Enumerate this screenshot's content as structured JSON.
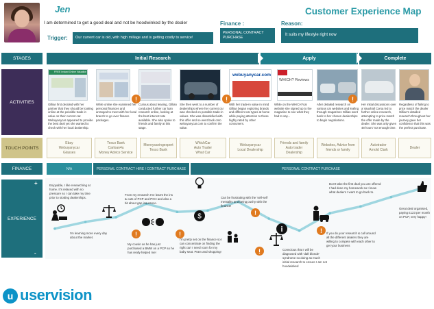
{
  "header": {
    "name": "Jen",
    "goal": "I am determined to get a good deal and not be hoodwinked by the dealer",
    "trigger_label": "Trigger:",
    "trigger_text": "Our current car is old, with high millage and is getting costly to service!",
    "finance_label": "Finance :",
    "finance_text": "PERSONAL CONTRACT PURCHASE",
    "reason_label": "Reason:",
    "reason_text": "It suits my lifestyle right now",
    "title": "Customer Experience Map"
  },
  "rows": {
    "stages": "STAGES",
    "activities": "ACTIVITIES",
    "touch_points": "TOUCH POINTS",
    "finance": "FINANCE",
    "experience": "EXPERIENCE",
    "plus": "+",
    "minus": "-"
  },
  "stages": [
    "Initial Research",
    "Apply",
    "Complete"
  ],
  "activities": [
    "Gillian first decided with her partner that they should be looking online at the possible trade in value on their current car. Webuyanycar appeared to provide the best deal yet she wanted to check with her local dealership.",
    "While online she examined her personal finances and arranged to meet with her local branch to go over finance packages.",
    "Curious about leasing, Gillian conducted further car loan research online, looking at the best interest rate available. She also spoke to friends and family at this stage.",
    "She then went to a number of dealerships where her current car was checked on possible trade-in values. She was dissatisfied with this offer and so went back onto webuyanycar.com to confirm the value.",
    "With her trade-in value in mind Gillian began exploring brands and different car types at home while paying attention to those highly rated by other consumers.",
    "While on the WHICH?car website she signed up to the magazine to see what they had to say...",
    "After detailed research on various car websites and leafing through magazines Gillian went back to her chosen dealerships to begin negotiations.",
    "Her initial discussions over a Vauxhall Corsa led to further online research, attempting to price match the offer made by the dealer. She was only given 48 hours' not enough time.",
    "Regardless of failing to price match the dealer Gillian's detailed research throughout her journey gave her confidence that this was the perfect purchase."
  ],
  "thumb_captions": [
    "FREE Instant Online Valuation",
    "webuyanycar.com",
    "WHICH? Reviews"
  ],
  "touch_points": [
    "Ebay\nWebuyanycar\nGlasses",
    "Tesco Bank\nCarloan4u\nMoney Advice Service",
    "Moneysavingexpert\nTesco Bank",
    "WhichCar\nAuto Trader\nWhat Car",
    "Webuyanycar\nLocal Dealership",
    "Friends and family\nAuto trader\nDealership",
    "Websites, Advice from\nfriends or family",
    "Autotrader\nArnold Clark",
    "Dealer"
  ],
  "finance": {
    "na": "N/A",
    "pcp1": "PERSONAL CONTRACT HIRE / CONTRACT PURCHASE",
    "pcp2": "PERSONAL CONTRACT PURCHASE"
  },
  "experience": {
    "e1_top": "Enjoyable, I like researching at home. It's relaxed with no pressure so I can take my time prior to stotting dealerships.",
    "e1_bottom": "I'm learning more every day about the market.",
    "e2_top": "From my research I've learnt the ins & outs of PCP and PCH and also a bit about gap insurance.",
    "e2_bottom": "My cousin as he has just purchased a BMW on a PCP so he has really helped me!",
    "e3_bottom": "I'm pretty set on the finance so I can concentrate on finding the right car! I need room for my baby seat. Pram and shopping!",
    "e4_top": "Can be frustrating with the 'sell-sell' mentality and being pushy with the finance!",
    "e5_bottom": "Conscious that I will be diagnosed with 'daft blonde' syndrome so doing as much initial research to ensure I am not hoodwinked",
    "e6_top": "Don't take the first deal you are offered I had done my homework so I know what dealers I want to go back to.",
    "e6_bottom": "If you do your research & call around all the different dealers they are willing to compete with each other to get your business",
    "e7_top": "Great deal organised, paying £123 per month on PCP, very happy!"
  },
  "brand": {
    "logo_glyph": "u",
    "logo_text": "uservision",
    "accent": "#1e6f7c",
    "activities_color": "#3d2d58",
    "touch_color": "#cfc48a",
    "warning_color": "#e07a1f",
    "logo_color": "#0d93c7"
  },
  "chart_data": {
    "type": "line",
    "title": "",
    "xlabel": "",
    "ylabel": "",
    "x": [
      1,
      2,
      3,
      4,
      5,
      6,
      7,
      8,
      9,
      10,
      11,
      12,
      13
    ],
    "series": [
      {
        "values": [
          0.35,
          0.45,
          0.52,
          0.72,
          0.6,
          0.62,
          0.75,
          0.5,
          0.32,
          0.58,
          0.68,
          0.82,
          0.95
        ]
      }
    ],
    "ylim": [
      0,
      1
    ],
    "grid": false
  }
}
